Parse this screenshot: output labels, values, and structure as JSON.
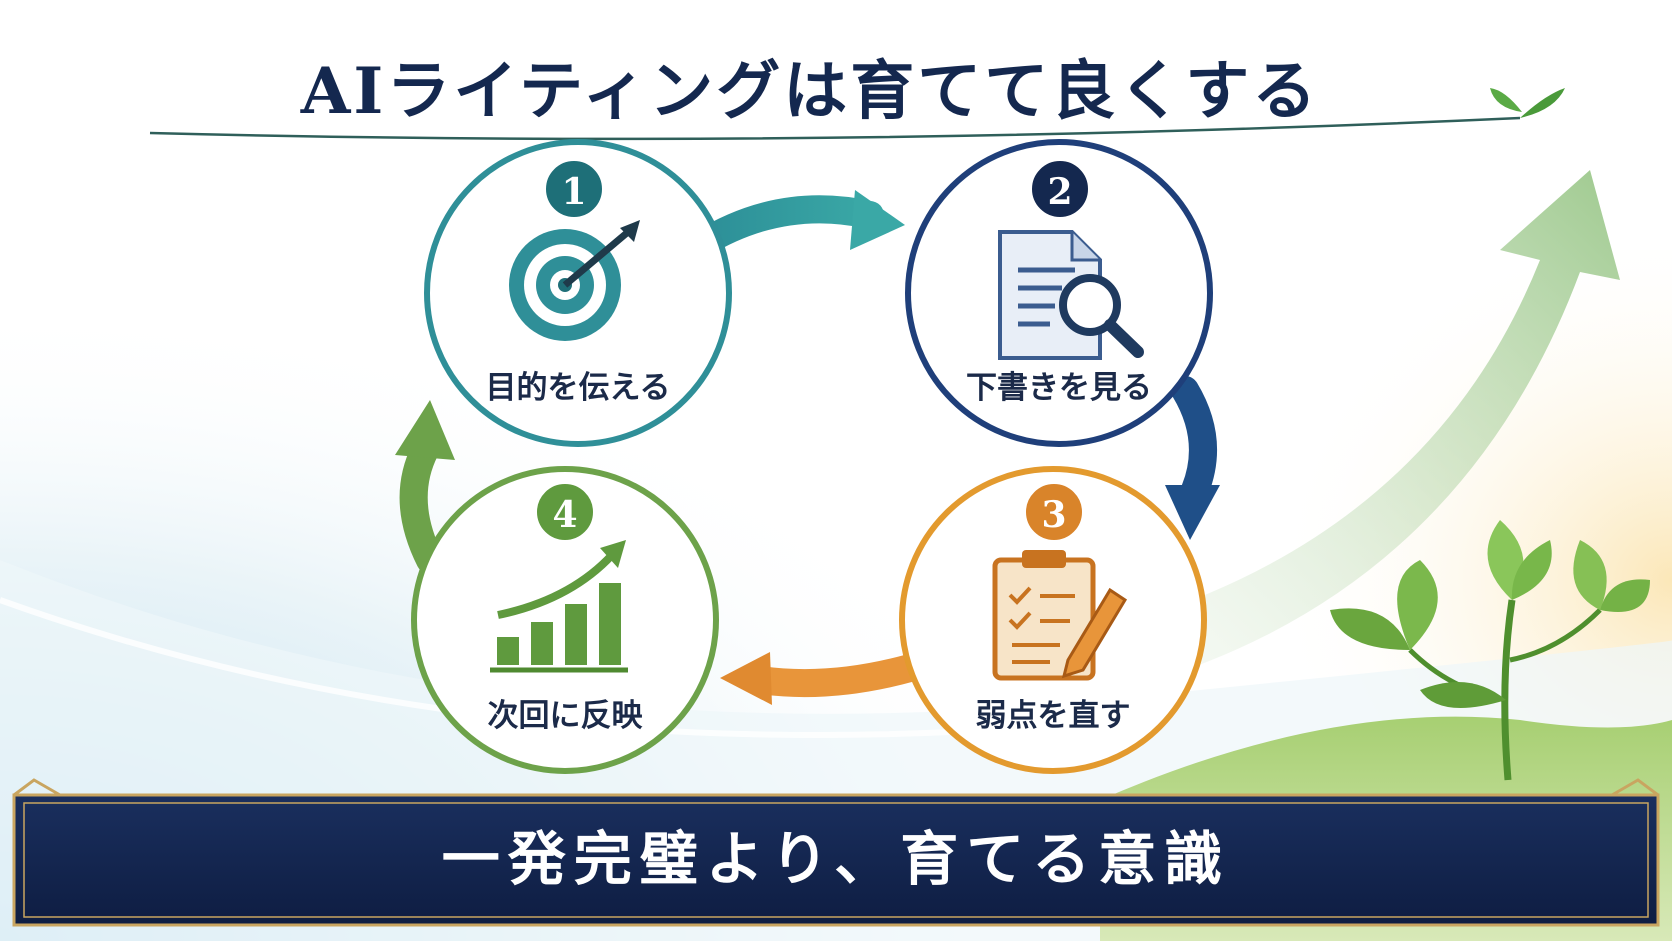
{
  "title": "AIライティングは育てて良くする",
  "steps": [
    {
      "number": "1",
      "label": "目的を伝える",
      "icon": "target-icon",
      "color": "#2f8f98"
    },
    {
      "number": "2",
      "label": "下書きを見る",
      "icon": "document-search-icon",
      "color": "#1f3f7a"
    },
    {
      "number": "3",
      "label": "弱点を直す",
      "icon": "clipboard-pencil-icon",
      "color": "#e39a2e"
    },
    {
      "number": "4",
      "label": "次回に反映",
      "icon": "growth-chart-icon",
      "color": "#6da24a"
    }
  ],
  "banner": "一発完璧より、育てる意識",
  "colors": {
    "navy": "#14284f",
    "banner": "#11224c",
    "gold": "#c9a560",
    "leaf": "#6fae45"
  }
}
